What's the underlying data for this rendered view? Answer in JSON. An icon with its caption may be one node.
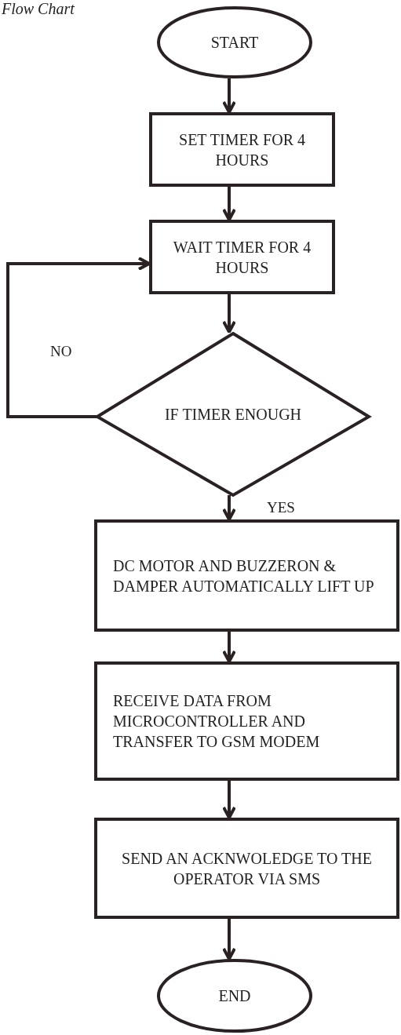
{
  "diagram": {
    "title": "Flow Chart",
    "nodes": [
      {
        "text": [
          "START"
        ]
      },
      {
        "text": [
          "SET TIMER FOR 4 HOURS"
        ]
      },
      {
        "text": [
          "WAIT TIMER FOR 4 HOURS"
        ]
      },
      {
        "text": [
          "IF TIMER ENOUGH"
        ]
      },
      {
        "text": [
          "DC MOTOR AND BUZZERON & DAMPER AUTOMATICALLY LIFT UP"
        ]
      },
      {
        "text": [
          "RECEIVE DATA FROM MICROCONTROLLER AND TRANSFER TO GSM MODEM"
        ]
      },
      {
        "text": [
          "SEND AN ACKNWOLEDGE TO THE OPERATOR VIA SMS"
        ]
      },
      {
        "text": [
          "END"
        ]
      }
    ],
    "edges": [
      {
        "from": 0,
        "to": 1,
        "arrow": "to"
      },
      {
        "from": 1,
        "to": 2,
        "arrow": "to"
      },
      {
        "from": 2,
        "to": 3,
        "arrow": "to"
      },
      {
        "from": 3,
        "to": 2,
        "arrow": "to",
        "label": "NO"
      },
      {
        "from": 3,
        "to": 4,
        "arrow": "to",
        "label": "YES"
      },
      {
        "from": 4,
        "to": 5,
        "arrow": "to"
      },
      {
        "from": 5,
        "to": 6,
        "arrow": "to"
      },
      {
        "from": 6,
        "to": 7,
        "arrow": "to"
      }
    ]
  }
}
